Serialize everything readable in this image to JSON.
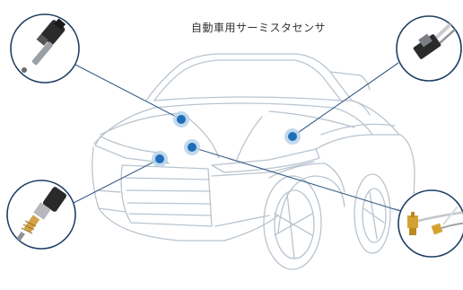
{
  "title": "自動車用サーミスタセンサ",
  "colors": {
    "car_outline": "#b9c4cf",
    "marker": "#1e6fb8",
    "marker_halo": "#b9d3ea",
    "leader_line": "#3a5f8a",
    "circle_border": "#1d3e63"
  },
  "hotspots": [
    {
      "name": "hotspot-windshield-left"
    },
    {
      "name": "hotspot-hood-center"
    },
    {
      "name": "hotspot-front-grille"
    },
    {
      "name": "hotspot-side-mirror"
    }
  ],
  "callouts": [
    {
      "name": "callout-top-left",
      "icon": "probe-sensor-icon"
    },
    {
      "name": "callout-top-right",
      "icon": "flat-sensor-icon"
    },
    {
      "name": "callout-bottom-left",
      "icon": "threaded-sensor-icon"
    },
    {
      "name": "callout-bottom-right",
      "icon": "wired-sensor-icon"
    }
  ]
}
